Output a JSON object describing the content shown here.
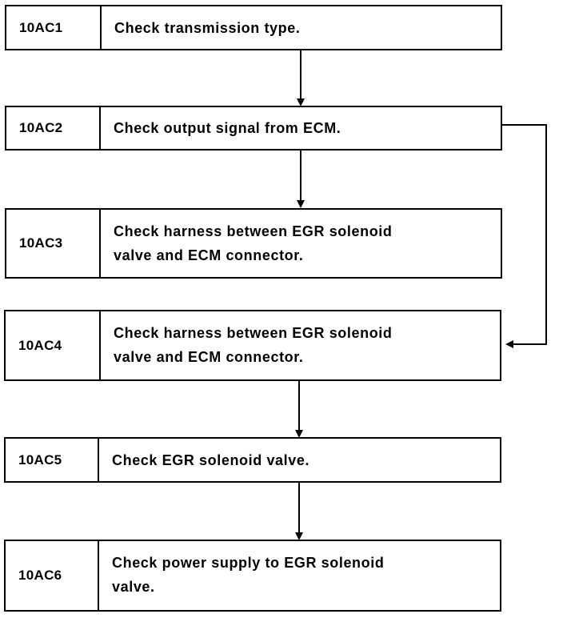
{
  "steps": [
    {
      "code": "10AC1",
      "text": "Check transmission type."
    },
    {
      "code": "10AC2",
      "text": "Check output signal from ECM."
    },
    {
      "code": "10AC3",
      "text": "Check harness between EGR solenoid\nvalve and ECM connector."
    },
    {
      "code": "10AC4",
      "text": "Check harness between EGR solenoid\nvalve and ECM connector."
    },
    {
      "code": "10AC5",
      "text": "Check EGR solenoid valve."
    },
    {
      "code": "10AC6",
      "text": "Check power supply to EGR solenoid\nvalve."
    }
  ],
  "colors": {
    "line": "#000000",
    "background": "#ffffff"
  }
}
